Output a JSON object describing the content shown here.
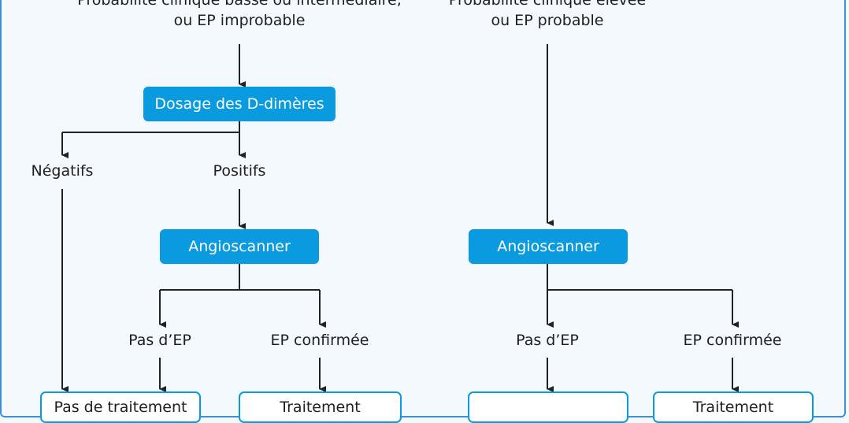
{
  "header_left": {
    "line1": "Probabilité clinique basse ou intermédiaire,",
    "line2": "ou EP improbable"
  },
  "header_right": {
    "line1": "Probabilité clinique élevée",
    "line2": "ou EP probable"
  },
  "nodes": {
    "ddimer": "Dosage des D-dimères",
    "negatifs": "Négatifs",
    "positifs": "Positifs",
    "angio_left": "Angioscanner",
    "angio_right": "Angioscanner",
    "pas_ep_left": "Pas d’EP",
    "ep_conf_left": "EP confirmée",
    "pas_ep_right": "Pas d’EP",
    "ep_conf_right": "EP confirmée",
    "out1": "Pas de traitement",
    "out2": "Traitement",
    "out3": "",
    "out4": "Traitement"
  },
  "colors": {
    "accent": "#0a9ae0",
    "frame": "#3d8fd6",
    "background": "#f4f9fd"
  }
}
